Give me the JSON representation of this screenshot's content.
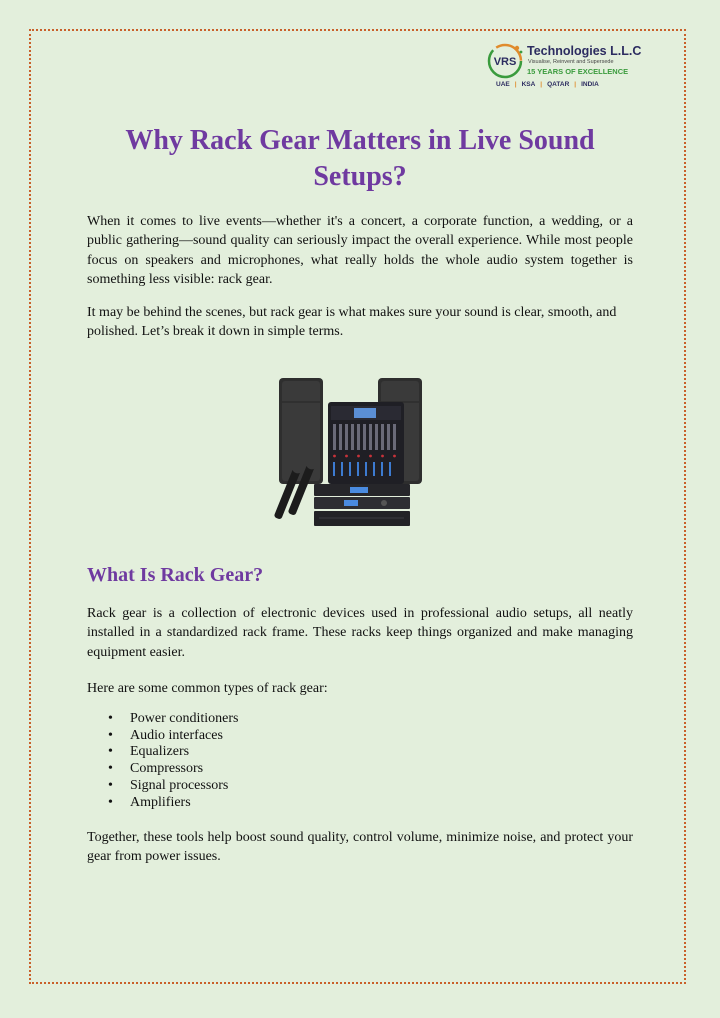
{
  "logo": {
    "mark_text": "VRS",
    "company": "Technologies L.L.C",
    "tagline": "Visualise, Reinvent and Supersede",
    "years": "15 YEARS OF EXCELLENCE",
    "regions": [
      "UAE",
      "KSA",
      "QATAR",
      "INDIA"
    ]
  },
  "title": "Why Rack Gear Matters in Live Sound Setups?",
  "intro": [
    "When it comes to live events—whether it's a concert, a corporate function, a wedding, or a public gathering—sound quality can seriously impact the overall experience. While most people focus on speakers and microphones, what really holds the whole audio system together is something less visible: rack gear.",
    "It may be behind the scenes, but rack gear is what makes sure your sound is clear, smooth, and polished. Let’s break it down in simple terms."
  ],
  "section": {
    "heading": "What Is Rack Gear?",
    "body": "Rack gear is a collection of electronic devices used in professional audio setups, all neatly installed in a standardized rack frame. These racks keep things organized and make managing equipment easier.",
    "list_intro": "Here are some common types of rack gear:",
    "items": [
      "Power conditioners",
      "Audio interfaces",
      "Equalizers",
      "Compressors",
      "Signal processors",
      "Amplifiers"
    ],
    "closing": "Together, these tools help boost sound quality, control volume, minimize noise, and protect your gear from power issues."
  },
  "colors": {
    "background": "#e3efdc",
    "heading": "#6f3aa0",
    "border": "#c9602a",
    "logo_green": "#3a9b3d",
    "logo_navy": "#2c2c60"
  }
}
